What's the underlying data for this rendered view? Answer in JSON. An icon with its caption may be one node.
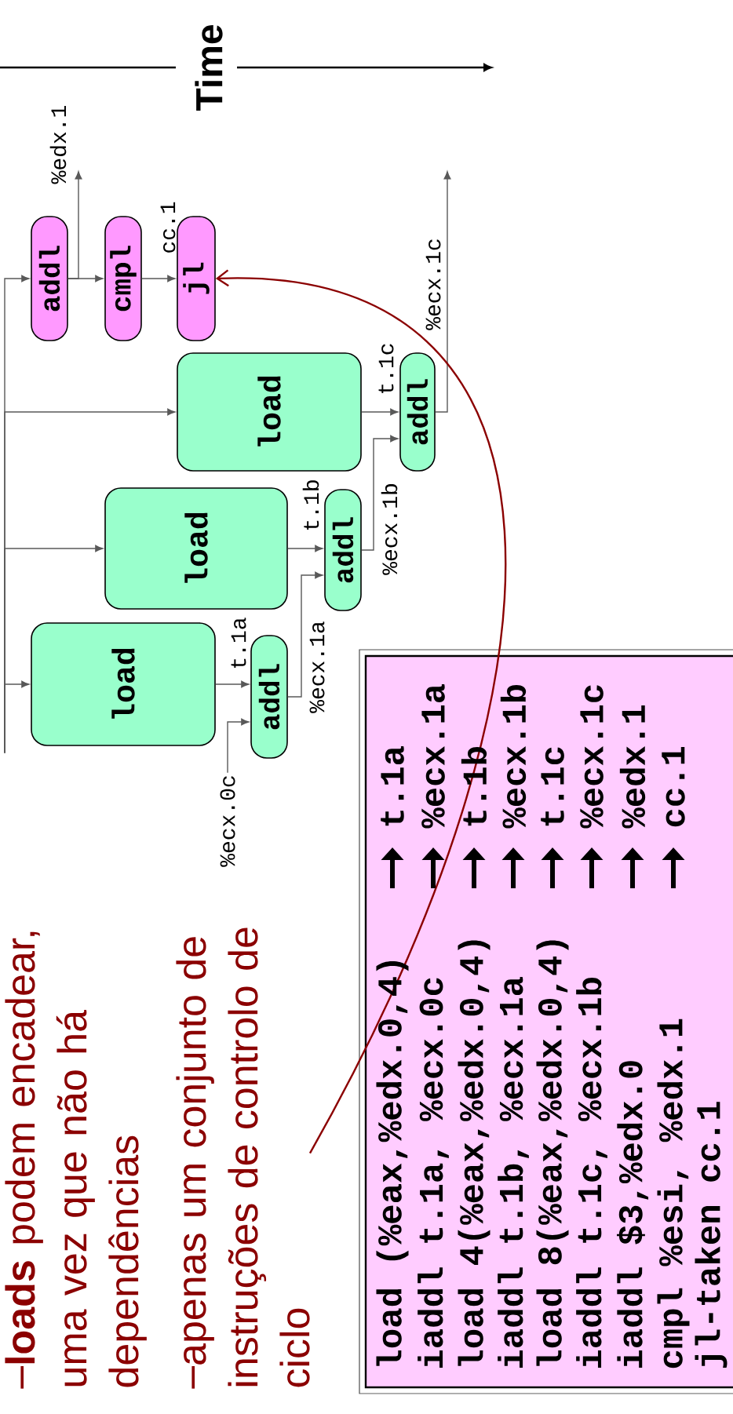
{
  "diagram": {
    "nodes": [
      {
        "text": [
          "load"
        ]
      },
      {
        "text": [
          "load"
        ]
      },
      {
        "text": [
          "load"
        ]
      },
      {
        "text": [
          "addl"
        ]
      },
      {
        "text": [
          "addl"
        ]
      },
      {
        "text": [
          "addl"
        ]
      },
      {
        "text": [
          "addl"
        ]
      },
      {
        "text": [
          "cmpl"
        ]
      },
      {
        "text": [
          "jl"
        ]
      },
      {
        "text": [
          "%ecx.0c"
        ]
      },
      {
        "text": [
          "apenas um conjunto de instruções de controlo de ciclo"
        ]
      }
    ],
    "edges": [
      {
        "from": null,
        "to": 6,
        "arrow": "to"
      },
      {
        "from": null,
        "to": 2,
        "arrow": "to"
      },
      {
        "from": null,
        "to": 1,
        "arrow": "to"
      },
      {
        "from": null,
        "to": 0,
        "arrow": "to"
      },
      {
        "from": 0,
        "to": 3,
        "arrow": "to",
        "label": "t.1a"
      },
      {
        "from": 9,
        "to": 3,
        "arrow": "to"
      },
      {
        "from": 3,
        "to": 4,
        "arrow": "to",
        "label": "%ecx.1a"
      },
      {
        "from": 1,
        "to": 4,
        "arrow": "to",
        "label": "t.1b"
      },
      {
        "from": 4,
        "to": 5,
        "arrow": "to",
        "label": "%ecx.1b"
      },
      {
        "from": 2,
        "to": 5,
        "arrow": "to",
        "label": "t.1c"
      },
      {
        "from": 5,
        "to": null,
        "arrow": "to",
        "label": "%ecx.1c"
      },
      {
        "from": 6,
        "to": 7,
        "arrow": "to"
      },
      {
        "from": 6,
        "to": null,
        "arrow": "to",
        "label": "%edx.1"
      },
      {
        "from": 7,
        "to": 8,
        "arrow": "to",
        "label": "cc.1"
      },
      {
        "from": 10,
        "to": 8,
        "arrow": "to",
        "color": "#8b0000"
      }
    ],
    "labels": [
      "Time",
      "**loads** podem encadear, uma vez que não há dependências",
      "load (%eax,%edx.0,4)",
      "t.1a",
      "iaddl t.1a, %ecx.0c",
      "%ecx.1a",
      "load 4(%eax,%edx.0,4)",
      "t.1b",
      "iaddl t.1b, %ecx.1a",
      "%ecx.1b",
      "load 8(%eax,%edx.0,4)",
      "t.1c",
      "iaddl t.1c, %ecx.1b",
      "%ecx.1c",
      "iaddl $3,%edx.0",
      "%edx.1",
      "cmpl %esi, %edx.1",
      "cc.1",
      "jl-taken cc.1"
    ]
  }
}
